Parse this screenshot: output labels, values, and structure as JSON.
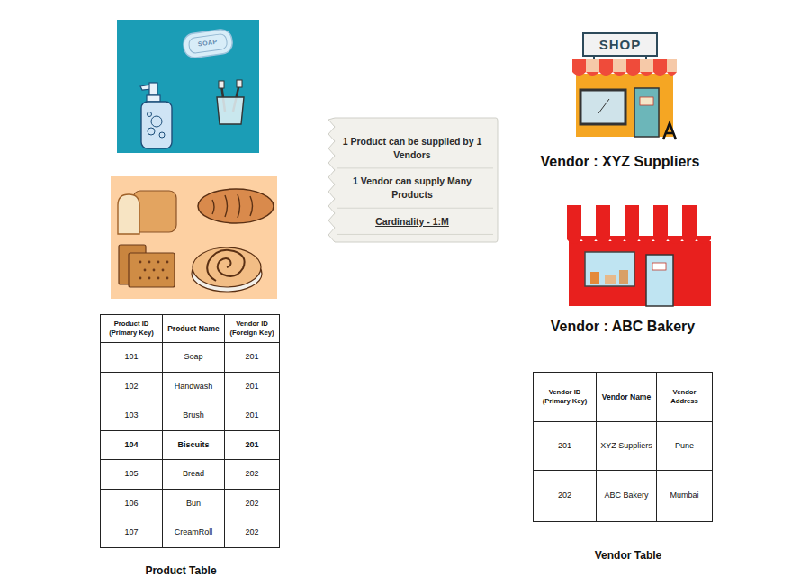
{
  "diagram": {
    "nodes": [
      {
        "text": [
          "1 Product can be supplied by 1 Vendors",
          "1 Vendor can supply Many Products",
          "Cardinality - 1:M"
        ]
      }
    ],
    "labels": [
      "SOAP",
      "SHOP",
      "Vendor : XYZ Suppliers",
      "Vendor : ABC Bakery",
      "Product ID (Primary Key)",
      "Product Name",
      "Vendor ID (Foreign Key)",
      "101",
      "Soap",
      "201",
      "102",
      "Handwash",
      "201",
      "103",
      "Brush",
      "201",
      "104",
      "Biscuits",
      "201",
      "105",
      "Bread",
      "202",
      "106",
      "Bun",
      "202",
      "107",
      "CreamRoll",
      "202",
      "Product Table",
      "Vendor ID (Primary Key)",
      "Vendor Name",
      "Vendor Address",
      "201",
      "XYZ Suppliers",
      "Pune",
      "202",
      "ABC Bakery",
      "Mumbai",
      "Vendor Table"
    ]
  }
}
